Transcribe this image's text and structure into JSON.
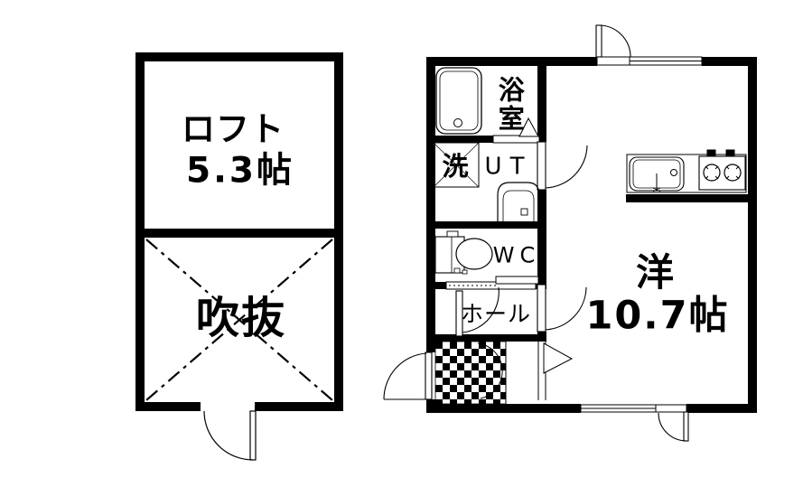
{
  "plan_title": "1LDK loft apartment floor plan",
  "colors": {
    "line": "#000000",
    "background": "#ffffff"
  },
  "rooms": {
    "loft": {
      "label": "ロフト",
      "size": "5.3帖"
    },
    "void": {
      "label": "吹抜"
    },
    "bathroom": {
      "label": "浴室"
    },
    "laundry": {
      "label": "洗"
    },
    "utility": {
      "label": "UT"
    },
    "wc": {
      "label": "WC"
    },
    "hall": {
      "label": "ホール"
    },
    "western_room": {
      "label": "洋",
      "size": "10.7帖"
    }
  },
  "fixtures": [
    "bathtub",
    "washing-machine-pan",
    "vanity-sink",
    "toilet",
    "kitchen-sink",
    "two-burner-stove",
    "entrance-tile",
    "hinged-doors",
    "sliding-door",
    "windows",
    "void-x-brace"
  ]
}
